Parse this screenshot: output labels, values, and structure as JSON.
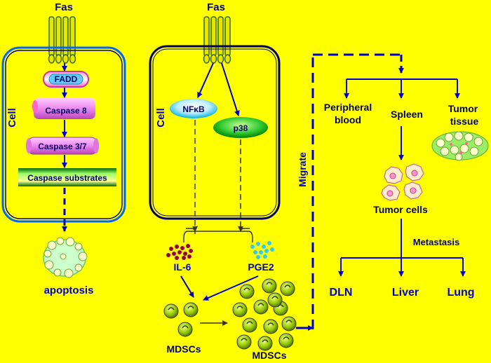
{
  "left_panel": {
    "receptor_label": "Fas",
    "cell_label": "Cell",
    "fadd": "FADD",
    "caspase8": "Caspase 8",
    "caspase37": "Caspase 3/7",
    "caspase_substrates": "Caspase substrates",
    "outcome": "apoptosis"
  },
  "middle_panel": {
    "receptor_label": "Fas",
    "cell_label": "Cell",
    "nfkb": "NFκB",
    "p38": "p38",
    "il6": "IL-6",
    "pge2": "PGE2",
    "mdsc_small": "MDSCs",
    "mdsc_large": "MDSCs"
  },
  "right_panel": {
    "migrate": "Migrate",
    "peripheral_blood_line1": "Peripheral",
    "peripheral_blood_line2": "blood",
    "spleen": "Spleen",
    "tumor_tissue_line1": "Tumor",
    "tumor_tissue_line2": "tissue",
    "tumor_cells": "Tumor cells",
    "metastasis": "Metastasis",
    "dln": "DLN",
    "liver": "Liver",
    "lung": "Lung"
  },
  "colors": {
    "background": "#ffff00",
    "arrow_blue": "#0000cc",
    "cell_border": "#000080",
    "mdsc_green": "#99cc00"
  }
}
